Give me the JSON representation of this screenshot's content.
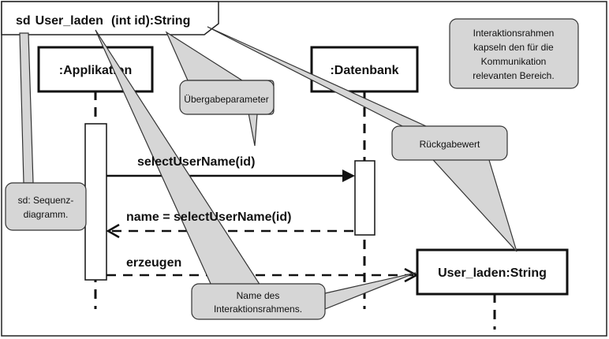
{
  "diagram": {
    "frame": {
      "label_prefix": "sd",
      "label_name": "User_laden",
      "label_signature": "(int id):String"
    },
    "lifelines": [
      {
        "label": ":Applikation"
      },
      {
        "label": ":Datenbank"
      }
    ],
    "result_box": {
      "label": "User_laden:String"
    },
    "messages": [
      {
        "label": "selectUserName(id)"
      },
      {
        "label": "name = selectUserName(id)"
      },
      {
        "label": "erzeugen"
      }
    ],
    "callouts": {
      "frame_note": [
        "Interaktionsrahmen",
        "kapseln den für die",
        "Kommunikation",
        "relevanten Bereich."
      ],
      "parameter": [
        "Übergabeparameter"
      ],
      "return_value": [
        "Rückgabewert"
      ],
      "sd": [
        "sd: Sequenz-",
        "diagramm."
      ],
      "frame_name": [
        "Name des",
        "Interaktionsrahmens."
      ]
    }
  }
}
